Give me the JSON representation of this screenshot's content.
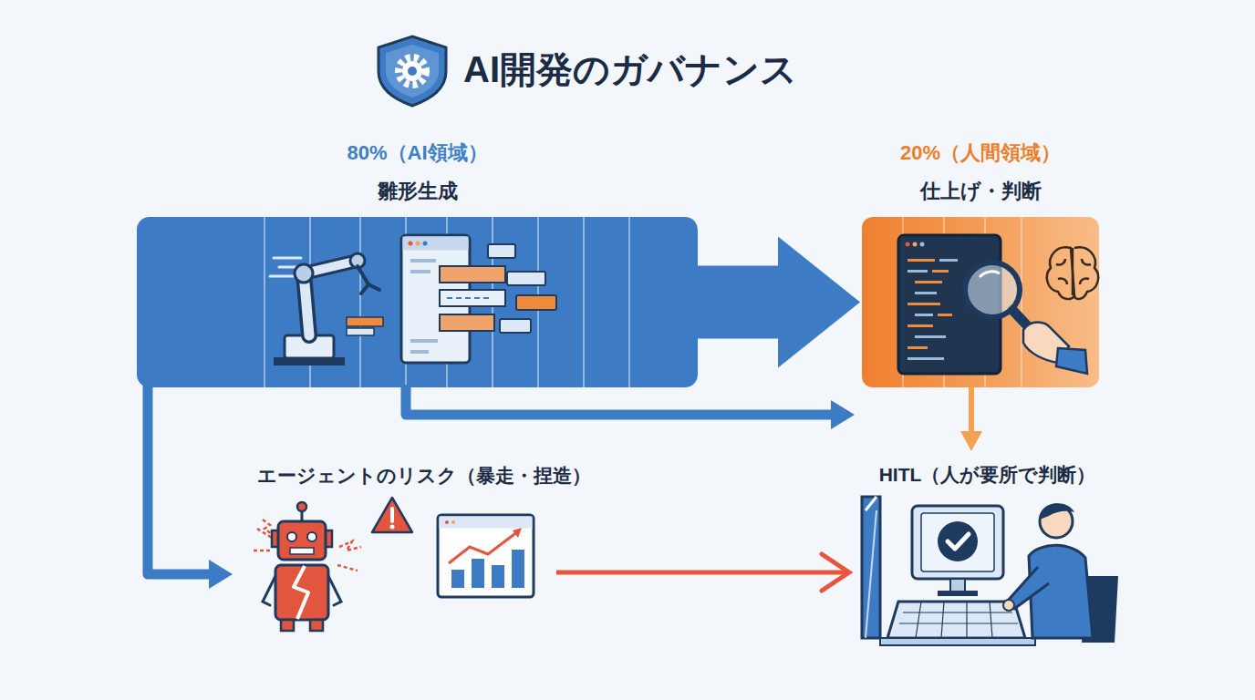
{
  "diagram": {
    "title": "AI開発のガバナンス",
    "nodes": [
      {
        "text": [
          "80%（AI領域）",
          "雛形生成"
        ]
      },
      {
        "text": [
          "20%（人間領域）",
          "仕上げ・判断"
        ]
      },
      {
        "text": [
          "エージェントのリスク（暴走・捏造）"
        ]
      },
      {
        "text": [
          "HITL（人が要所で判断）"
        ]
      }
    ],
    "edges": [
      {
        "from": 0,
        "to": 1,
        "arrow": "to"
      },
      {
        "from": 0,
        "to": 1,
        "arrow": "to"
      },
      {
        "from": 1,
        "to": 3,
        "arrow": "to"
      },
      {
        "from": 0,
        "to": 2,
        "arrow": "to"
      },
      {
        "from": 2,
        "to": 3,
        "arrow": "to"
      }
    ]
  }
}
